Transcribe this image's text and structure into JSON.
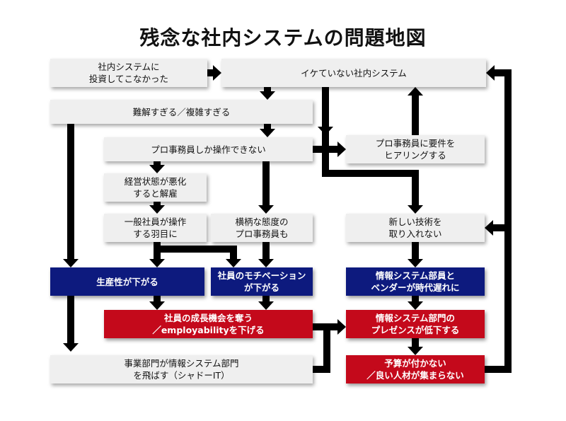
{
  "title": "残念な社内システムの問題地図",
  "colors": {
    "grey": "#efefef",
    "blue": "#0d1a7e",
    "red": "#c4091b",
    "arrow": "#000000"
  },
  "nodes": {
    "underinvest": "社内システムに\n投資してこなかった",
    "bad_system": "イケていない社内システム",
    "too_hard": "難解すぎる／複雑すぎる",
    "pro_only": "プロ事務員しか操作できない",
    "hearing": "プロ事務員に要件を\nヒアリングする",
    "mgmt_worse": "経営状態が悪化\nすると解雇",
    "general_staff": "一般社員が操作\nする羽目に",
    "arrogant": "横柄な態度の\nプロ事務員も",
    "no_new_tech": "新しい技術を\n取り入れない",
    "productivity": "生産性が下がる",
    "motivation": "社員のモチベーション\nが下がる",
    "it_dept_behind": "情報システム部員と\nベンダーが時代遅れに",
    "growth": "社員の成長機会を奪う\n／employabilityを下げる",
    "presence": "情報システム部門の\nプレゼンスが低下する",
    "shadow_it": "事業部門が情報システム部門\nを飛ばす（シャドーIT）",
    "budget": "予算が付かない\n／良い人材が集まらない"
  }
}
